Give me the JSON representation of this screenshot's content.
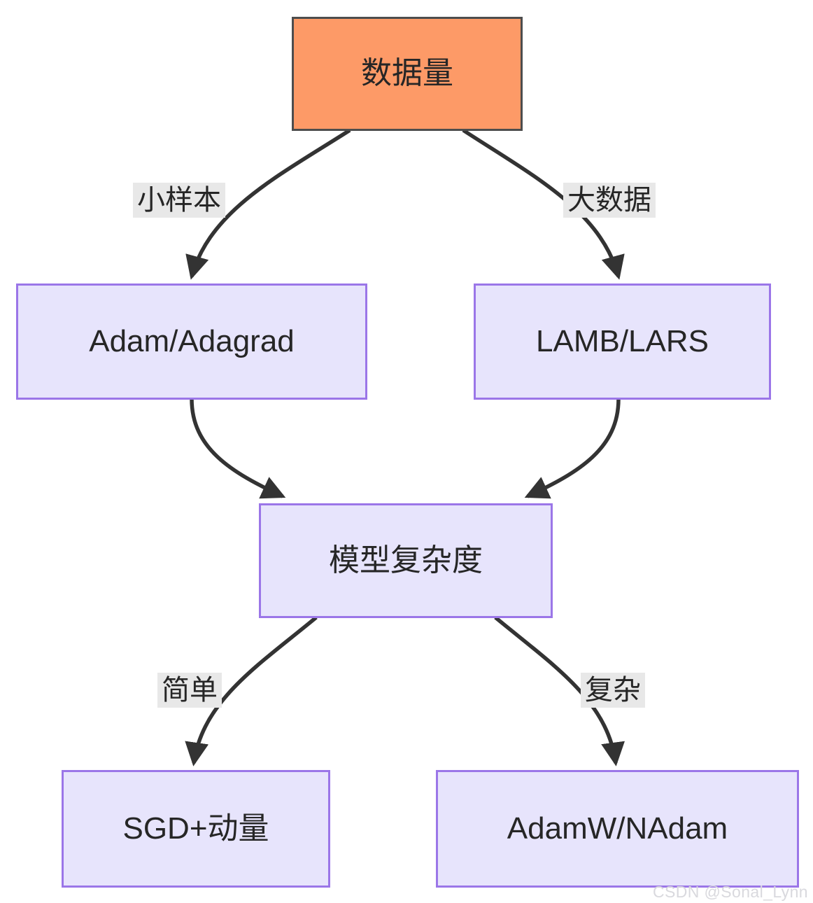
{
  "diagram": {
    "type": "flowchart",
    "title_node": "数据量",
    "colors": {
      "decision_fill": "#FD9A67",
      "decision_border": "#4D4D4D",
      "node_fill": "#E7E4FC",
      "node_border": "#9B76E8",
      "edge_stroke": "#333333",
      "label_bg": "#E8E8E8",
      "text": "#262626",
      "watermark": "#D9D9DE"
    },
    "nodes": [
      {
        "id": "data_volume",
        "label": "数据量",
        "kind": "decision"
      },
      {
        "id": "adam_adagrad",
        "label": "Adam/Adagrad",
        "kind": "option"
      },
      {
        "id": "lamb_lars",
        "label": "LAMB/LARS",
        "kind": "option"
      },
      {
        "id": "model_complexity",
        "label": "模型复杂度",
        "kind": "option"
      },
      {
        "id": "sgd_momentum",
        "label": "SGD+动量",
        "kind": "option"
      },
      {
        "id": "adamw_nadam",
        "label": "AdamW/NAdam",
        "kind": "option"
      }
    ],
    "edges": [
      {
        "from": "data_volume",
        "to": "adam_adagrad",
        "label": "小样本"
      },
      {
        "from": "data_volume",
        "to": "lamb_lars",
        "label": "大数据"
      },
      {
        "from": "adam_adagrad",
        "to": "model_complexity",
        "label": ""
      },
      {
        "from": "lamb_lars",
        "to": "model_complexity",
        "label": ""
      },
      {
        "from": "model_complexity",
        "to": "sgd_momentum",
        "label": "简单"
      },
      {
        "from": "model_complexity",
        "to": "adamw_nadam",
        "label": "复杂"
      }
    ]
  },
  "watermark": {
    "text": "CSDN @Sonal_Lynn"
  }
}
